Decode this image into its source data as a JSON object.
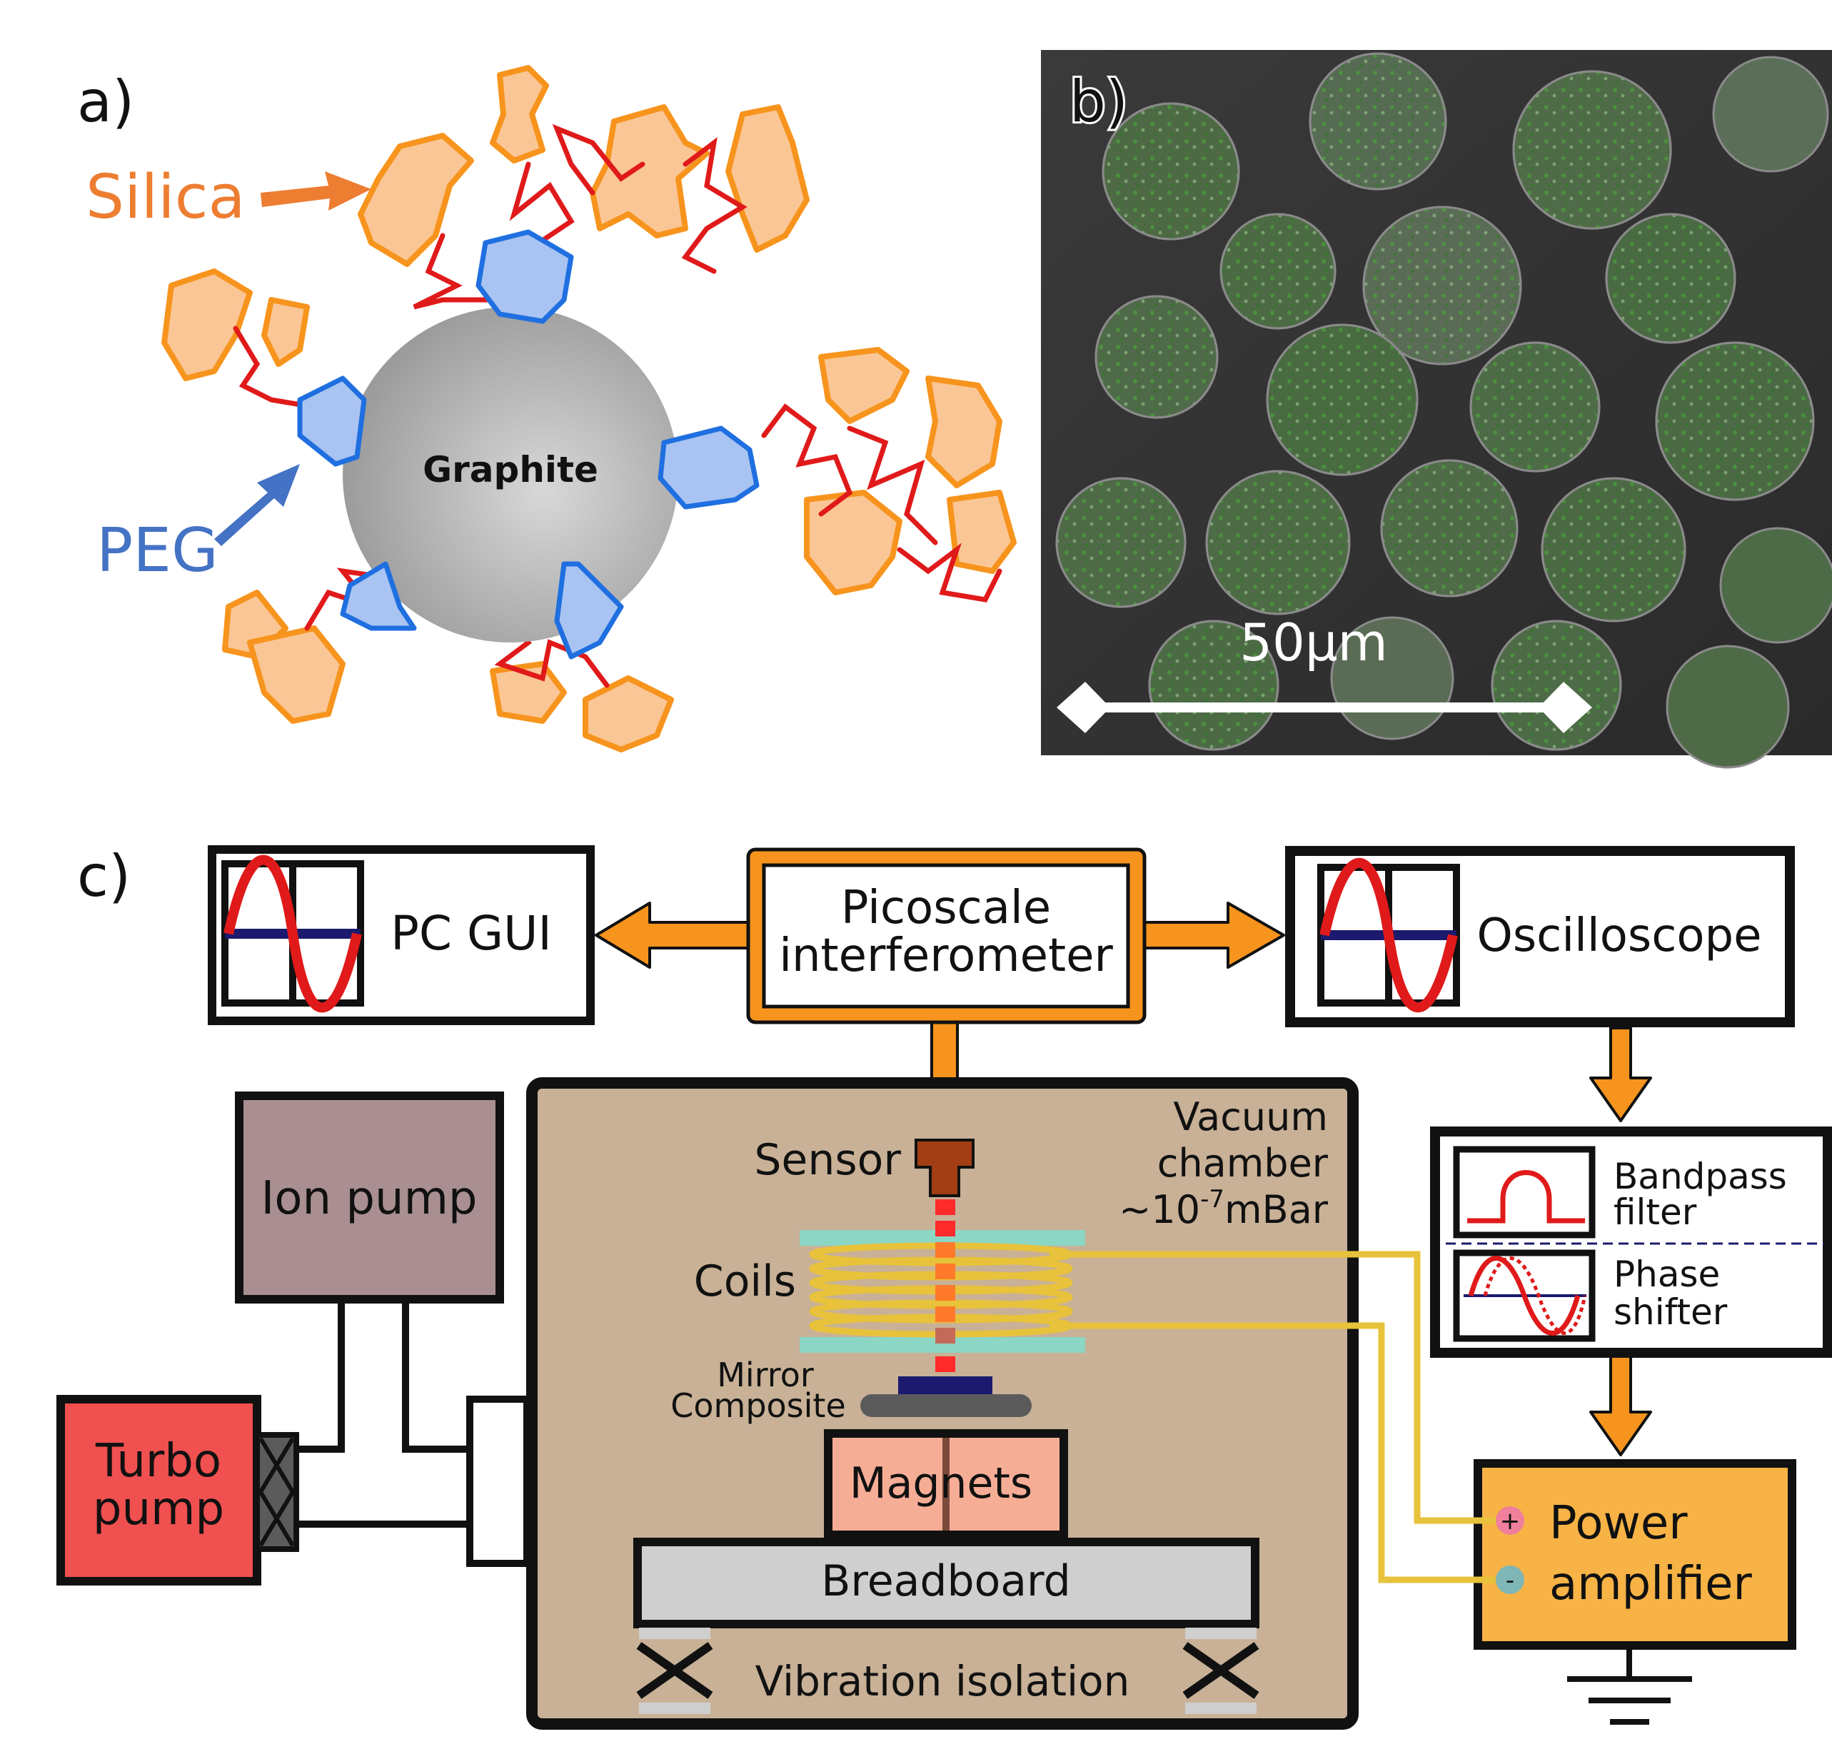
{
  "panel_a": {
    "label": "a)",
    "silica_label": "Silica",
    "peg_label": "PEG",
    "graphite_label": "Graphite"
  },
  "panel_b": {
    "label": "b)",
    "scale_bar_label": "50µm"
  },
  "panel_c": {
    "label": "c)",
    "pc_gui": "PC GUI",
    "interferometer_line1": "Picoscale",
    "interferometer_line2": "interferometer",
    "oscilloscope": "Oscilloscope",
    "vacuum_line1": "Vacuum",
    "vacuum_line2": "chamber",
    "vacuum_pressure_prefix": "~10",
    "vacuum_pressure_exp": "-7",
    "vacuum_pressure_unit": "mBar",
    "sensor": "Sensor",
    "coils": "Coils",
    "mirror": "Mirror",
    "composite": "Composite",
    "magnets": "Magnets",
    "breadboard": "Breadboard",
    "vibration_isolation": "Vibration isolation",
    "ion_pump": "Ion pump",
    "turbo_line1": "Turbo",
    "turbo_line2": "pump",
    "bandpass_line1": "Bandpass",
    "bandpass_line2": "filter",
    "phase_line1": "Phase",
    "phase_line2": "shifter",
    "power_line1": "Power",
    "power_line2": "amplifier",
    "plus_sign": "+",
    "minus_sign": "-"
  },
  "colors": {
    "orange": "#f7941d",
    "orange_fill": "#fbc695",
    "peg_blue": "#1f6fe0",
    "peg_fill": "#a9c4f2",
    "red_chain": "#e01a1a",
    "chamber_fill": "#c8b196",
    "ion_pump_fill": "#a98f91",
    "turbo_fill": "#f05050",
    "magnets_fill": "#f6ad96",
    "breadboard_fill": "#cfcfcf",
    "amplifier_fill": "#f7b345",
    "coil_yellow": "#e8c23a",
    "coil_plate": "#8cd6c6",
    "mirror_navy": "#1b1a6e",
    "sensor_brown": "#a23d14",
    "label_blue": "#4472c4",
    "label_orange": "#ed7d31"
  }
}
